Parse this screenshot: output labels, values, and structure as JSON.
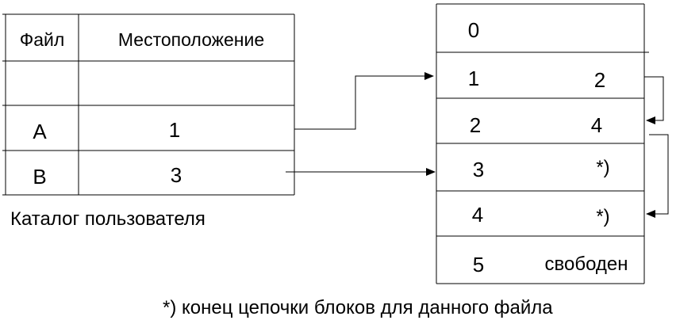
{
  "directory": {
    "header_file": "Файл",
    "header_location": "Местоположение",
    "rows": [
      {
        "file": "",
        "location": ""
      },
      {
        "file": "A",
        "location": "1"
      },
      {
        "file": "B",
        "location": "3"
      }
    ],
    "caption": "Каталог пользователя"
  },
  "blocks": [
    {
      "index": "0",
      "next": ""
    },
    {
      "index": "1",
      "next": "2"
    },
    {
      "index": "2",
      "next": "4"
    },
    {
      "index": "3",
      "next": "*)"
    },
    {
      "index": "4",
      "next": "*)"
    },
    {
      "index": "5",
      "next": "свободен"
    }
  ],
  "footnote": "*)  конец цепочки блоков для данного файла"
}
